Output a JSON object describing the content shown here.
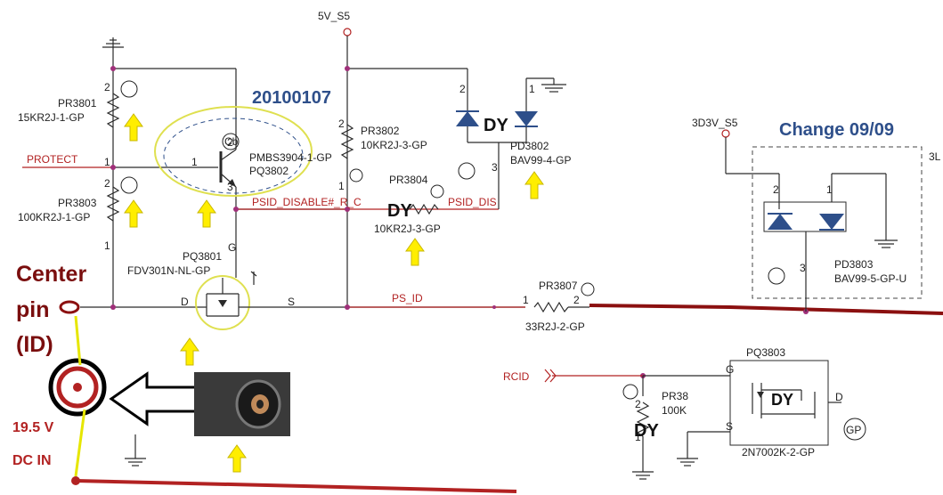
{
  "rails": {
    "v5": "5V_S5",
    "v3": "3D3V_S5"
  },
  "nets": {
    "protect": "PROTECT",
    "psid_disable": "PSID_DISABLE#_R_C",
    "psid_dis": "PSID_DIS",
    "ps_id": "PS_ID",
    "rcid": "RCID"
  },
  "components": {
    "pr3801": {
      "ref": "PR3801",
      "value": "15KR2J-1-GP"
    },
    "pr3803": {
      "ref": "PR3803",
      "value": "100KR2J-1-GP"
    },
    "pr3802": {
      "ref": "PR3802",
      "value": "10KR2J-3-GP"
    },
    "pr3804": {
      "ref": "PR3804",
      "value": "10KR2J-3-GP"
    },
    "pq3802": {
      "ref": "PQ3802",
      "value": "PMBS3904-1-GP"
    },
    "pq3801": {
      "ref": "PQ3801",
      "value": "FDV301N-NL-GP"
    },
    "pd3802": {
      "ref": "PD3802",
      "value": "BAV99-4-GP"
    },
    "pd3803": {
      "ref": "PD3803",
      "value": "BAV99-5-GP-U"
    },
    "pr3807": {
      "ref": "PR3807",
      "value": "33R2J-2-GP"
    },
    "pr38": {
      "ref": "PR38",
      "value": "100K"
    },
    "pq3803": {
      "ref": "PQ3803",
      "value": "2N7002K-2-GP"
    }
  },
  "pins": {
    "p1": "1",
    "p2": "2",
    "p3": "3",
    "g": "G",
    "d": "D",
    "s": "S"
  },
  "badges": {
    "dy": "DY",
    "gp": "GP",
    "cb": "Cb"
  },
  "annotations": {
    "date": "20100107",
    "change": "Change 09/09",
    "center_pin_1": "Center",
    "center_pin_2": "pin",
    "center_pin_3": "(ID)",
    "voltage": "19.5 V",
    "dc_in": "DC IN",
    "edge_label": "3L"
  },
  "colors": {
    "wire": "#2a2a2a",
    "net": "#b22222",
    "accent_blue": "#2e4f8a",
    "arrow_yellow": "#ffee00",
    "ellipse": "#dfe050",
    "cable": "#8b1010"
  }
}
